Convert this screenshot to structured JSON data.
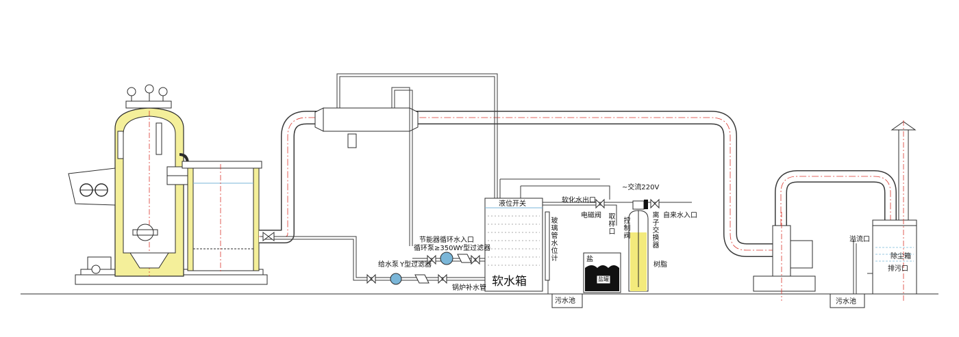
{
  "labels": {
    "level_switch": "液位开关",
    "softened_outlet": "软化水出口",
    "ac220": "~交流220V",
    "solenoid_valve": "电磁阀",
    "tap_inlet": "自来水入口",
    "econ_inlet": "节能器循环水入口",
    "circ_pump": "循环泵≥350W",
    "y_filter_1": "Y型过滤器",
    "feed_pump": "给水泵",
    "y_filter_2": "Y型过滤器",
    "boiler_makeup": "锅炉补水管",
    "soft_tank": "软水箱",
    "sewage_1": "污水池",
    "salt": "盐",
    "brine_tank": "盐罐",
    "resin": "树脂",
    "overflow": "溢流口",
    "drain": "排污口",
    "dust_box": "除尘箱",
    "sewage_2": "污水池",
    "sight_glass": "玻璃管水位计",
    "sampling": "取样口",
    "control_valve": "控制阀",
    "ion_exchanger": "离子交换器"
  },
  "colors": {
    "line": "#2b2b2b",
    "pipe_outline": "#3a3a3a",
    "pipe_fill": "#ffffff",
    "red_center": "#d9342b",
    "boiler_yellow": "#f4ef9a",
    "resin_yellow": "#f3ea7c",
    "water_blue": "#7ab6d8",
    "dark_fill": "#111111"
  }
}
